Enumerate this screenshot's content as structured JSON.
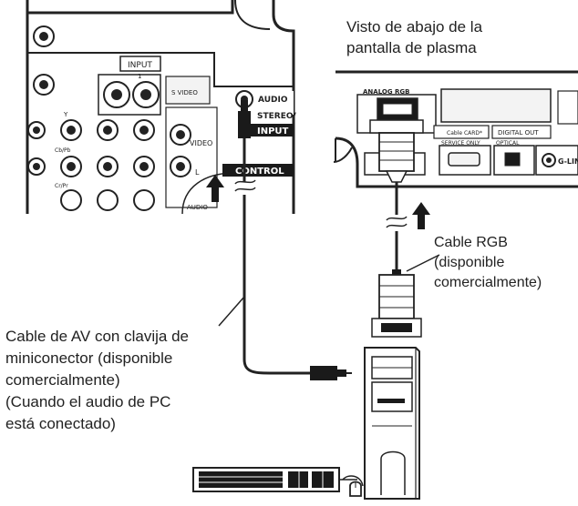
{
  "labels": {
    "plasma_view_line1": "Visto de abajo de la",
    "plasma_view_line2": "pantalla de plasma",
    "rgb_cable_line1": "Cable RGB",
    "rgb_cable_line2": "(disponible",
    "rgb_cable_line3": "comercialmente)",
    "av_cable_line1": "Cable de AV con clavija de",
    "av_cable_line2": "miniconector (disponible",
    "av_cable_line3": "comercialmente)",
    "av_cable_line4": "(Cuando el audio de PC",
    "av_cable_line5": "está conectado)"
  },
  "receiver_panel": {
    "input_label": "INPUT",
    "input_number": "1",
    "s_video": "S VIDEO",
    "audio": "AUDIO",
    "stereo": "STEREO/",
    "input": "INPUT",
    "control": "CONTROL",
    "video": "VIDEO",
    "l": "L",
    "audio_small": "AUDIO",
    "y": "Y",
    "cb_pb": "Cb/Pb",
    "cr_pr": "Cr/Pr"
  },
  "plasma_panel": {
    "analog_rgb": "ANALOG RGB",
    "cable_card": "Cable CARD*",
    "digital_out": "DIGITAL OUT",
    "service_only": "SERVICE ONLY",
    "optical": "OPTICAL",
    "g_link": "G-LINK"
  },
  "colors": {
    "line": "#222222",
    "dark_fill": "#1a1a1a",
    "panel_fill": "#f3f3f3"
  }
}
